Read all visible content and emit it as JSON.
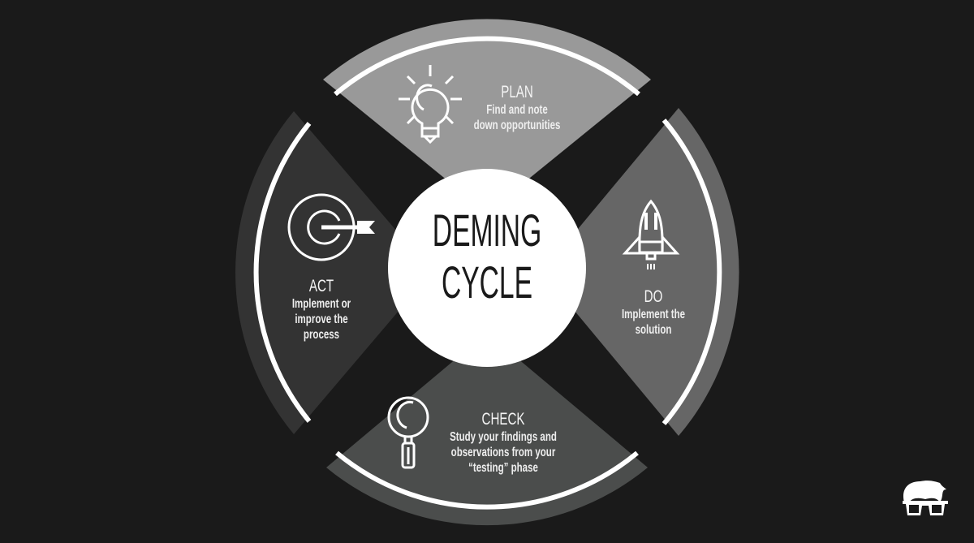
{
  "title": {
    "line1": "DEMING",
    "line2": "CYCLE"
  },
  "phases": [
    {
      "id": "plan",
      "name": "PLAN",
      "description_lines": [
        "Find and note",
        "down opportunities"
      ],
      "icon": "lightbulb-icon",
      "color": "#999999",
      "position": "top"
    },
    {
      "id": "do",
      "name": "DO",
      "description_lines": [
        "Implement the",
        "solution"
      ],
      "icon": "rocket-icon",
      "color": "#666666",
      "position": "right"
    },
    {
      "id": "check",
      "name": "CHECK",
      "description_lines": [
        "Study your findings and",
        "observations from your",
        "“testing” phase"
      ],
      "icon": "magnifying-glass-icon",
      "color": "#4b4d4c",
      "position": "bottom"
    },
    {
      "id": "act",
      "name": "ACT",
      "description_lines": [
        "Implement or",
        "improve the",
        "process"
      ],
      "icon": "target-arrow-icon",
      "color": "#333333",
      "position": "left"
    }
  ],
  "colors": {
    "background": "#1a1a1a",
    "center_circle": "#ffffff",
    "ring": "#ffffff",
    "text_light": "#f2f2f2",
    "text_dark": "#1a1a1a"
  },
  "branding": {
    "logo": "nerd-face-glasses-logo-icon"
  }
}
